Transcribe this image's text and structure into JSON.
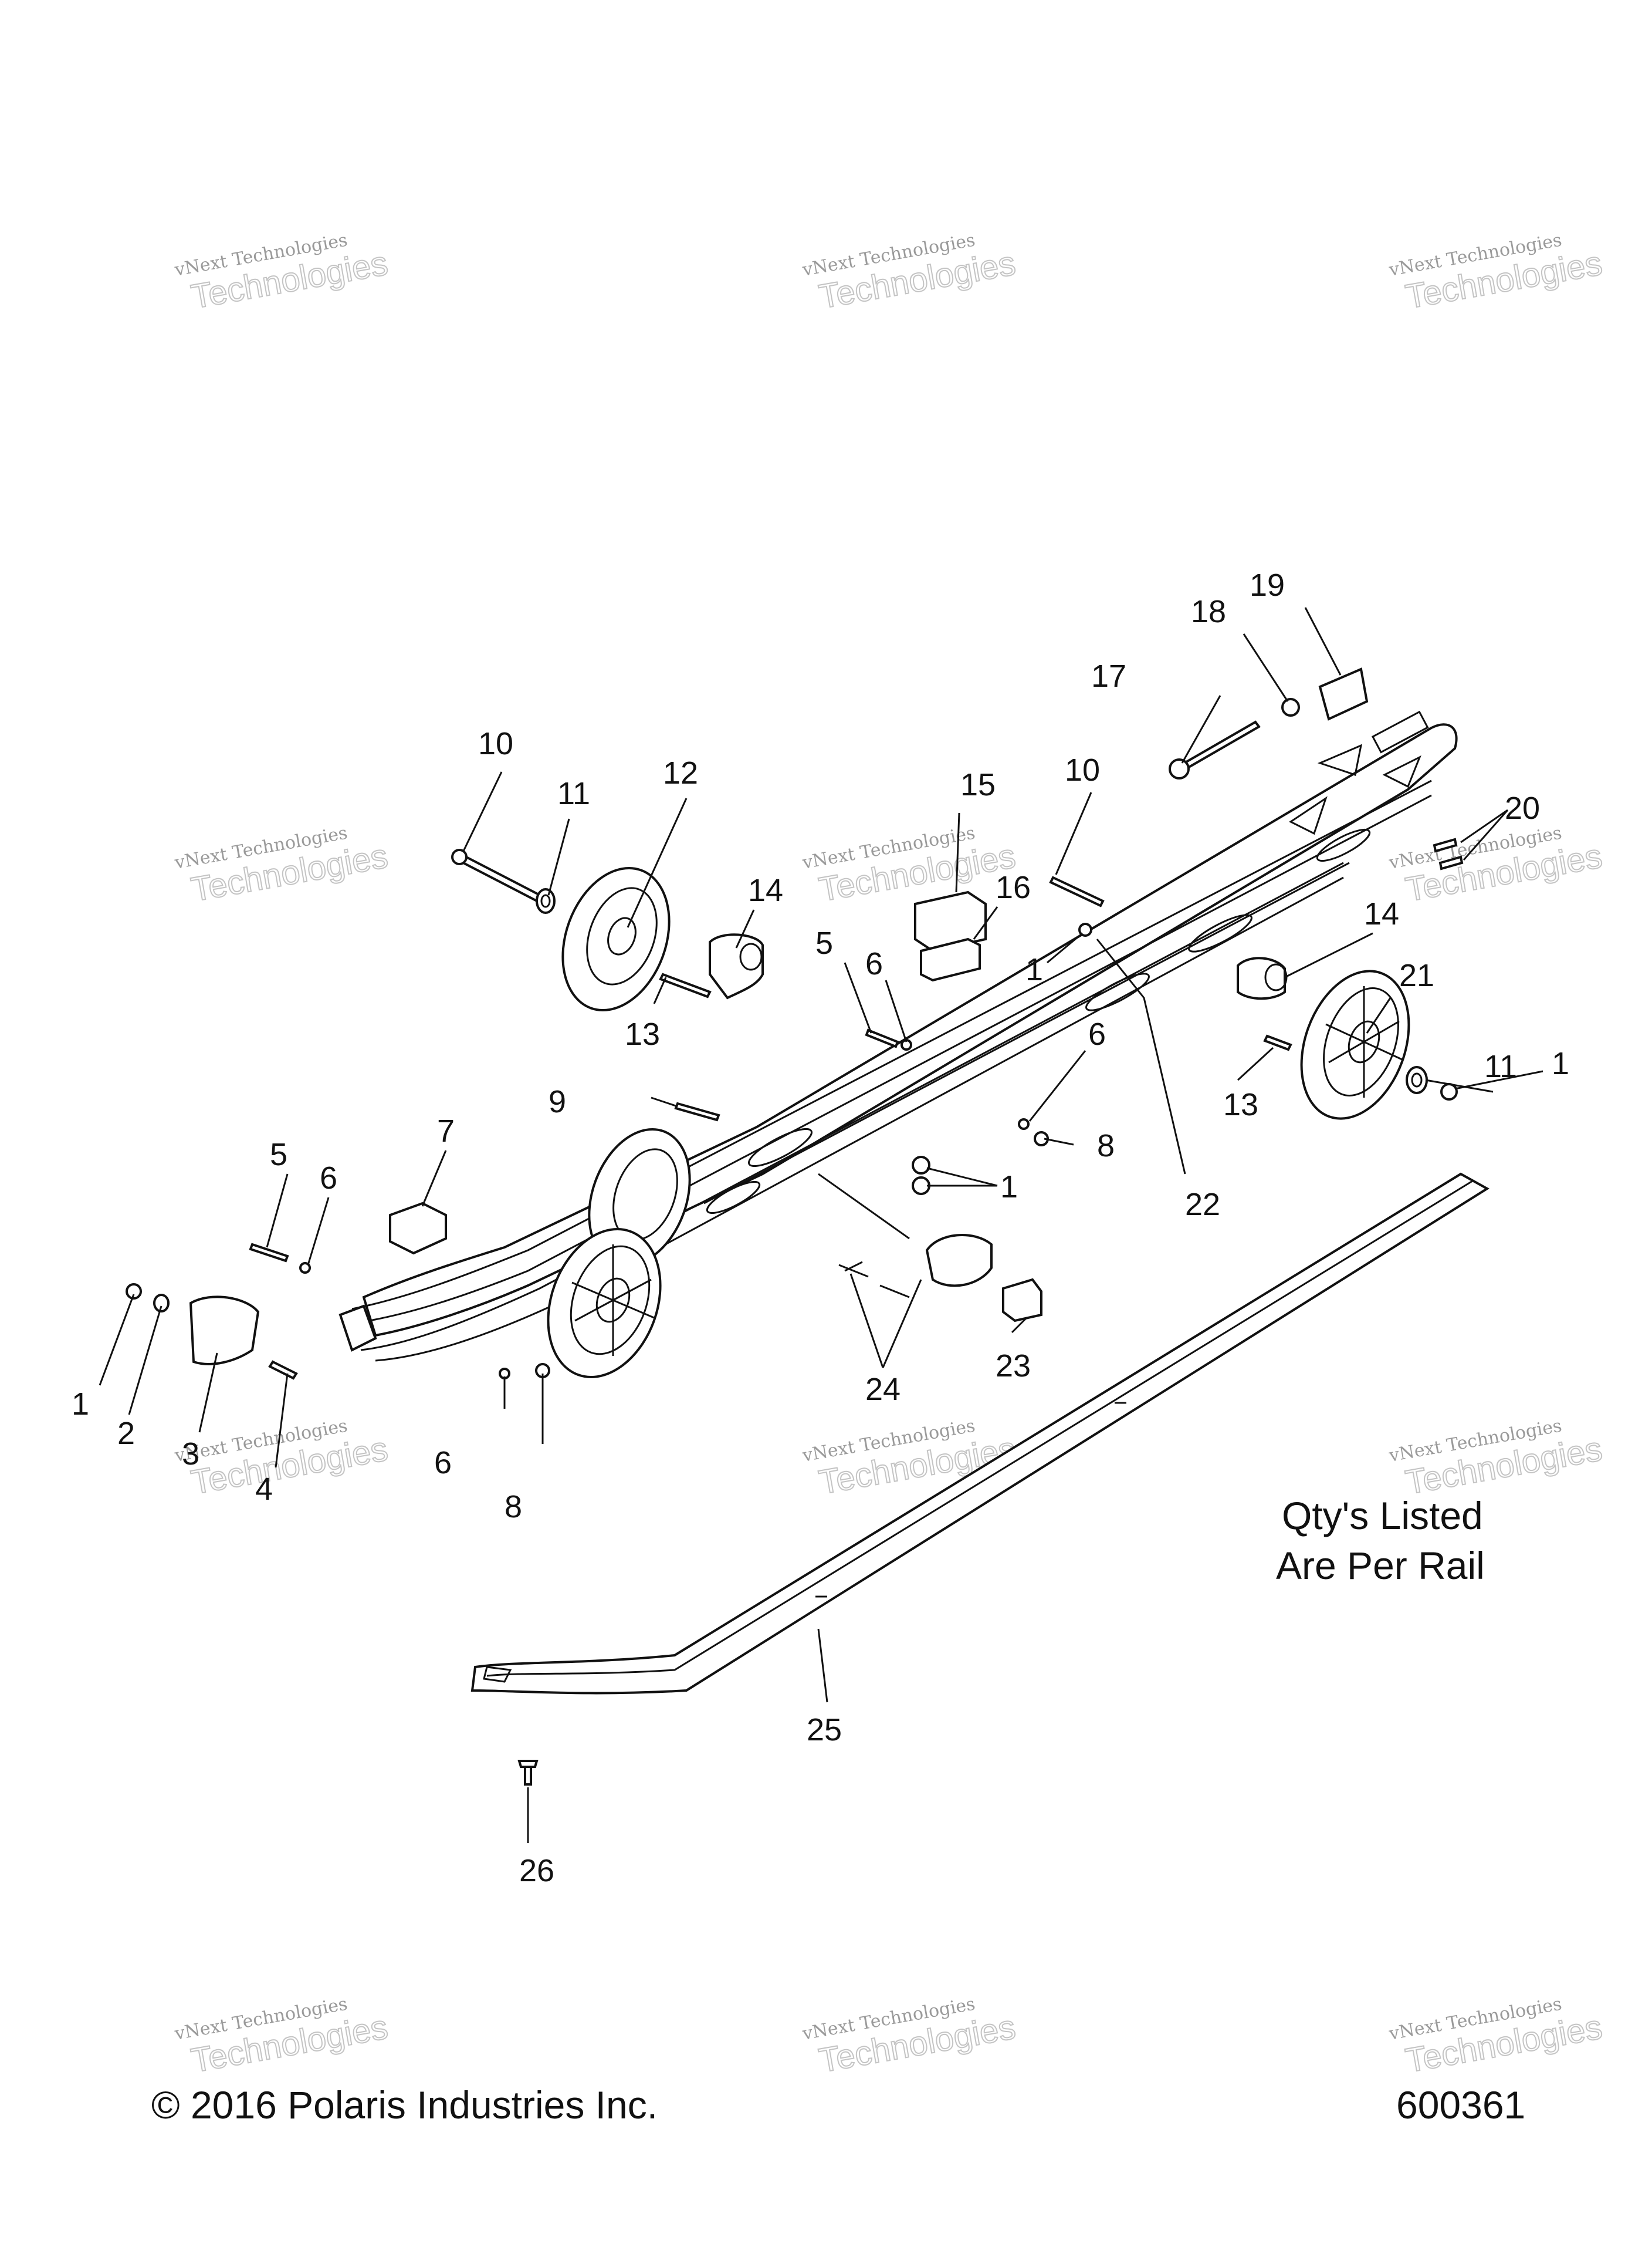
{
  "watermark": {
    "line1": "vNext Technologies",
    "line2": "Technologies"
  },
  "note": {
    "line1": "Qty's Listed",
    "line2": "Are Per Rail"
  },
  "footer": {
    "copyright": "© 2016 Polaris Industries Inc.",
    "figure_id": "600361"
  },
  "callouts": [
    {
      "id": "c1a",
      "text": "1"
    },
    {
      "id": "c2",
      "text": "2"
    },
    {
      "id": "c3",
      "text": "3"
    },
    {
      "id": "c4",
      "text": "4"
    },
    {
      "id": "c5a",
      "text": "5"
    },
    {
      "id": "c6a",
      "text": "6"
    },
    {
      "id": "c7",
      "text": "7"
    },
    {
      "id": "c6b",
      "text": "6"
    },
    {
      "id": "c8a",
      "text": "8"
    },
    {
      "id": "c9",
      "text": "9"
    },
    {
      "id": "c10a",
      "text": "10"
    },
    {
      "id": "c11a",
      "text": "11"
    },
    {
      "id": "c12",
      "text": "12"
    },
    {
      "id": "c13a",
      "text": "13"
    },
    {
      "id": "c14a",
      "text": "14"
    },
    {
      "id": "c5b",
      "text": "5"
    },
    {
      "id": "c6c",
      "text": "6"
    },
    {
      "id": "c15",
      "text": "15"
    },
    {
      "id": "c16",
      "text": "16"
    },
    {
      "id": "c10b",
      "text": "10"
    },
    {
      "id": "c1b",
      "text": "1"
    },
    {
      "id": "c14b",
      "text": "14"
    },
    {
      "id": "c17",
      "text": "17"
    },
    {
      "id": "c18",
      "text": "18"
    },
    {
      "id": "c19",
      "text": "19"
    },
    {
      "id": "c20",
      "text": "20"
    },
    {
      "id": "c21",
      "text": "21"
    },
    {
      "id": "c11b",
      "text": "11"
    },
    {
      "id": "c1c",
      "text": "1"
    },
    {
      "id": "c13b",
      "text": "13"
    },
    {
      "id": "c6d",
      "text": "6"
    },
    {
      "id": "c8b",
      "text": "8"
    },
    {
      "id": "c1d",
      "text": "1"
    },
    {
      "id": "c22",
      "text": "22"
    },
    {
      "id": "c23",
      "text": "23"
    },
    {
      "id": "c24",
      "text": "24"
    },
    {
      "id": "c25",
      "text": "25"
    },
    {
      "id": "c26",
      "text": "26"
    }
  ]
}
